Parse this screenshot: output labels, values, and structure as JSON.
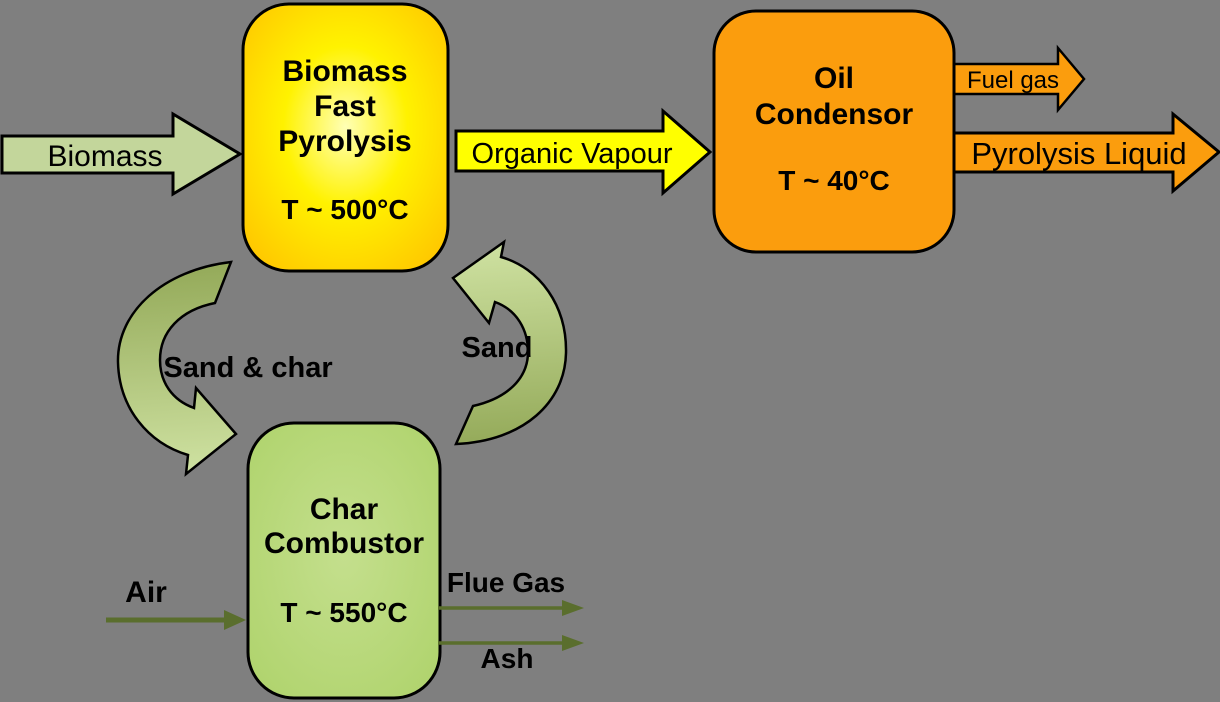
{
  "boxes": {
    "pyrolysis": {
      "line1": "Biomass",
      "line2": "Fast",
      "line3": "Pyrolysis",
      "temp": "T ~ 500°C"
    },
    "condensor": {
      "line1": "Oil",
      "line2": "Condensor",
      "temp": "T ~ 40°C"
    },
    "combustor": {
      "line1": "Char",
      "line2": "Combustor",
      "temp": "T ~ 550°C"
    }
  },
  "flows": {
    "biomass": "Biomass",
    "organic_vapour": "Organic Vapour",
    "fuel_gas": "Fuel gas",
    "pyrolysis_liquid": "Pyrolysis Liquid",
    "air": "Air",
    "flue_gas": "Flue Gas",
    "ash": "Ash"
  },
  "cycle": {
    "down_label": "Sand & char",
    "up_label": "Sand"
  },
  "colors": {
    "background": "#7f7f7f",
    "biomass_arrow_green": "#c3d69b",
    "vapour_yellow": "#ffff00",
    "orange": "#fb9d0d",
    "pyro_center": "#ffffb5",
    "pyro_mid": "#fff200",
    "pyro_edge": "#ffc000",
    "combustor_center": "#c4df8d",
    "combustor_edge": "#add269",
    "cycle_dark": "#93a958",
    "cycle_light": "#cfe2a2",
    "thin_arrow_olive": "#5a6e2d",
    "outline": "#000000"
  }
}
